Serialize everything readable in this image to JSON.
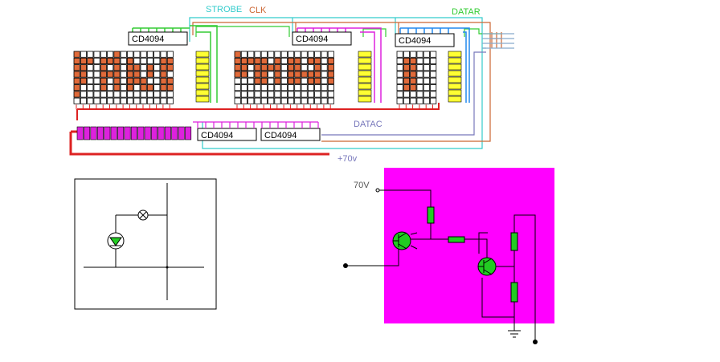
{
  "labels": {
    "strobe": "STROBE",
    "clk": "CLK",
    "datar": "DATAR",
    "datac": "DATAC",
    "supply": "+70v",
    "voltage": "70V"
  },
  "chips": {
    "top_1": "CD4094",
    "top_2": "CD4094",
    "top_3": "CD4094",
    "bottom_1": "CD4094",
    "bottom_2": "CD4094"
  },
  "colors": {
    "strobe": "#33cccc",
    "clk": "#cc6633",
    "datar": "#33cc33",
    "datac": "#7777bb",
    "led_on": "#e06a3a",
    "driver_column": "#ffff33",
    "column_driver_bar": "#dd22dd",
    "power_rail": "#dd2222",
    "magenta_panel": "#ff00ff",
    "resistor": "#22cc22",
    "transistor": "#22cc22"
  },
  "matrices": [
    {
      "rows": 8,
      "cols": 15,
      "pattern": [
        "100000100000000",
        "111011101000011",
        "110010101101011",
        "110011101101010",
        "110010101110011",
        "100010101011011",
        "100000000000000",
        "000000000000000"
      ]
    },
    {
      "rows": 8,
      "cols": 15,
      "pattern": [
        "100000000000000",
        "111110101101101",
        "110111101100101",
        "110110101111101",
        "000110101101101",
        "000000000000000",
        "000000000000000",
        "000000000000000"
      ]
    },
    {
      "rows": 8,
      "cols": 6,
      "pattern": [
        "000000",
        "011000",
        "011000",
        "011000",
        "011000",
        "011000",
        "000000",
        "000000"
      ]
    }
  ]
}
